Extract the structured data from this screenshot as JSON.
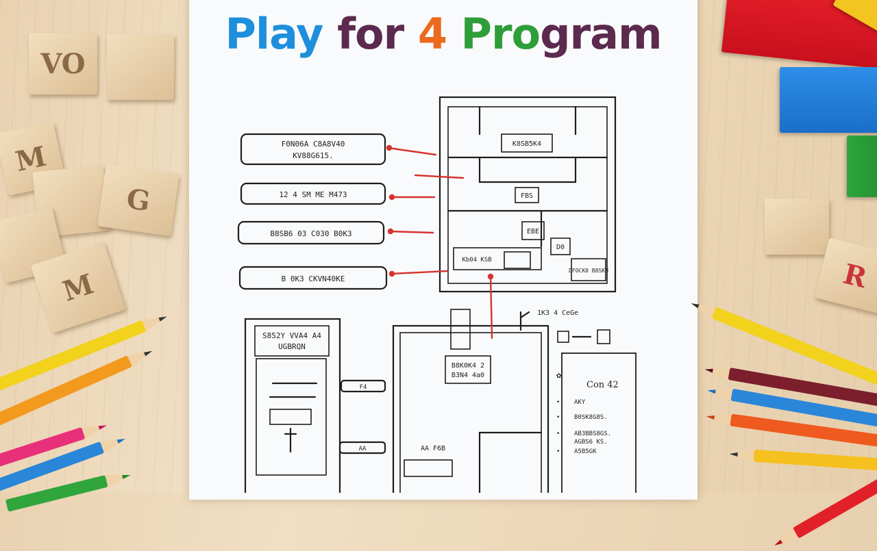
{
  "title": {
    "words": [
      {
        "text": "Play",
        "color": "#1e8fdc"
      },
      {
        "text": " for ",
        "color": "#5b2a4e"
      },
      {
        "text": "4",
        "color": "#ec6a1c"
      },
      {
        "text": " Pro",
        "color": "#2e9e3a"
      },
      {
        "text": "gram",
        "color": "#5b2a4e"
      }
    ]
  },
  "sketch": {
    "left_boxes": [
      "F0N06A C8A8V40",
      "KV88G615.",
      "12 4 SM ME M473",
      "B8SB6 03 C030 B0K3",
      "B 0K3 CKVN40KE"
    ],
    "top_frame_labels": [
      "K8SB5K4",
      "FBS",
      "EBE",
      "D0",
      "Kb04 KSB",
      "DFOCK0 B8SKN"
    ],
    "bottom_left_labels": [
      "S852Y VVA4 A4",
      "UGBRQN"
    ],
    "bottom_mid_labels": [
      "B8K0K4 2",
      "B3N4 4a0",
      "AA F6B"
    ],
    "side_tags": [
      "F4",
      "AA"
    ],
    "annotation": "1K3 4 CeGe",
    "list_title": "Con 42",
    "list_items": [
      "AKY",
      "B0SK8G8S.",
      "AB3BBS8GS.",
      "AGBS6 KS.",
      "A5B5GK"
    ]
  },
  "blocks": [
    "VO",
    "M",
    "G",
    "M",
    "R"
  ],
  "colors": {
    "paper": "#f9fafb",
    "ink": "#1d1d1d",
    "arrow": "#d6322e"
  }
}
